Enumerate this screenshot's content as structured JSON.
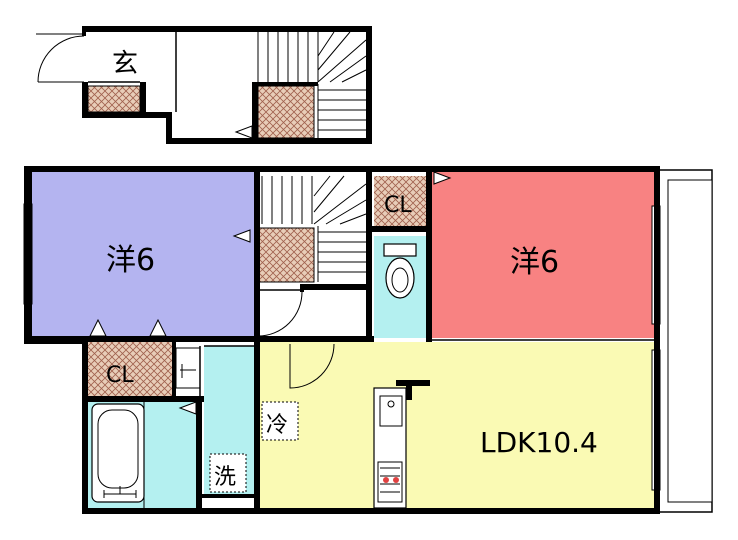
{
  "rooms": {
    "genkan": "玄",
    "western_left": "洋6",
    "western_right": "洋6",
    "closet_top": "CL",
    "closet_left": "CL",
    "ldk": "LDK10.4",
    "fridge": "冷",
    "washer": "洗"
  },
  "colors": {
    "western_left_fill": "#b4b4f0",
    "western_right_fill": "#f88282",
    "ldk_fill": "#fafab4",
    "wet_area_fill": "#b4f0f0",
    "storage_fill": "#e6c8b4",
    "wall": "#000000"
  }
}
